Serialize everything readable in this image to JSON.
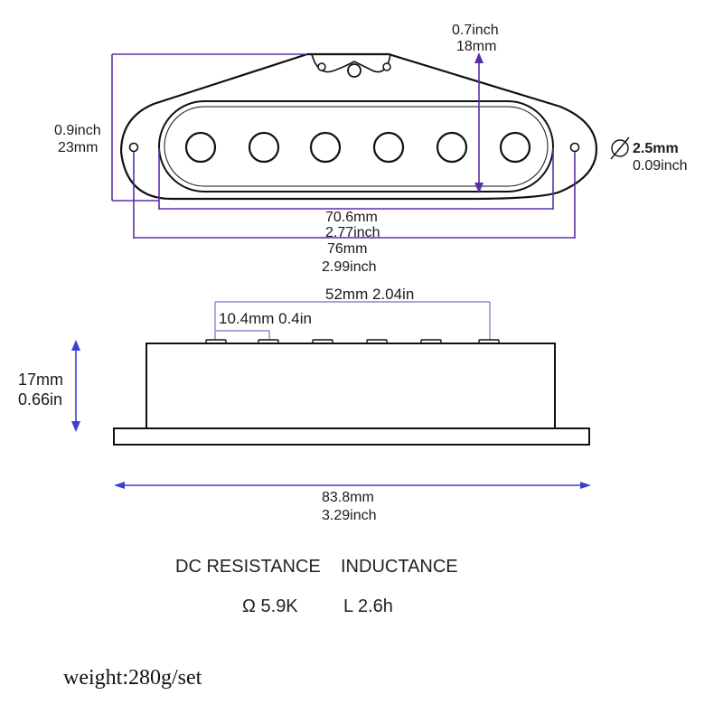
{
  "colors": {
    "dimension_line": "#5b2fa8",
    "dimension_line_blue": "#3b3fcf",
    "outline": "#111111",
    "guide": "#9a7fd0"
  },
  "top_view": {
    "height_label_in": "0.9inch",
    "height_label_mm": "23mm",
    "bobbin_height_in": "0.7inch",
    "bobbin_height_mm": "18mm",
    "hole_diameter_mm": "2.5mm",
    "hole_diameter_in": "0.09inch",
    "bobbin_length_mm": "70.6mm",
    "bobbin_length_in": "2.77inch",
    "mount_spacing_mm": "76mm",
    "mount_spacing_in": "2.99inch",
    "diameter_icon": "diameter-symbol-icon"
  },
  "side_view": {
    "pole_span": "52mm  2.04in",
    "pole_spacing": "10.4mm  0.4in",
    "height_mm": "17mm",
    "height_in": "0.66in",
    "base_length_mm": "83.8mm",
    "base_length_in": "3.29inch"
  },
  "specs": {
    "heading_resistance": "DC RESISTANCE",
    "heading_inductance": "INDUCTANCE",
    "resistance_value": "Ω 5.9K",
    "inductance_value": "L  2.6h"
  },
  "weight": "weight:280g/set"
}
